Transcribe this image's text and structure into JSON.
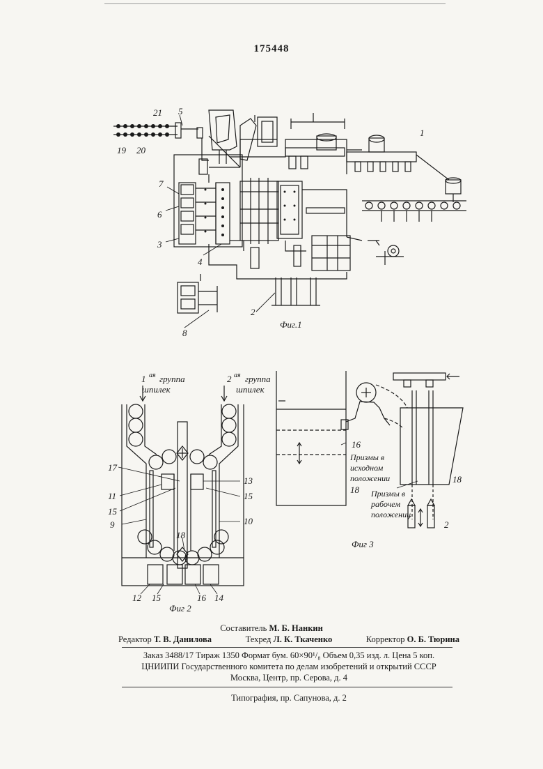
{
  "patent_number": "175448",
  "fig1": {
    "caption": "Фиг.1",
    "labels": {
      "l21": "21",
      "l5": "5",
      "l19": "19",
      "l20": "20",
      "l7": "7",
      "l6": "6",
      "l3": "3",
      "l4": "4",
      "l8": "8",
      "l2": "2",
      "l1": "1"
    }
  },
  "fig2": {
    "caption": "Фиг 2",
    "group1": "1-ая группа шпилек",
    "group1_a": "1",
    "group1_b": "ая",
    "group1_c": "группа",
    "group1_d": "шпилек",
    "group2_a": "2",
    "group2_b": "ая",
    "group2_c": "группа",
    "group2_d": "шпилек",
    "labels": {
      "l17": "17",
      "l11": "11",
      "l15a": "15",
      "l9": "9",
      "l13": "13",
      "l15b": "15",
      "l10": "10",
      "l18": "18",
      "l12": "12",
      "l15c": "15",
      "l16": "16",
      "l14": "14"
    }
  },
  "fig3": {
    "caption": "Фиг 3",
    "labels": {
      "l16": "16",
      "l18a": "18",
      "l18b": "18",
      "l2": "2"
    },
    "note_initial_1": "Призмы в",
    "note_initial_2": "исходном",
    "note_initial_3": "положении",
    "note_working_1": "Призмы в",
    "note_working_2": "рабочем",
    "note_working_3": "положении"
  },
  "footer": {
    "compiler_label": "Составитель",
    "compiler_name": "М. Б. Нанкин",
    "editor_label": "Редактор",
    "editor_name": "Т. В. Данилова",
    "techred_label": "Техред",
    "techred_name": "Л. К. Ткаченко",
    "corrector_label": "Корректор",
    "corrector_name": "О. Б. Тюрина",
    "order_line": "Заказ 3488/17   Тираж 1350   Формат бум. 60×90¹/₈   Объем 0,35 изд. л.   Цена 5 коп.",
    "org_line": "ЦНИИПИ Государственного комитета по делам изобретений и открытий СССР",
    "address_line": "Москва, Центр, пр. Серова, д. 4",
    "typography_line": "Типография, пр. Сапунова, д. 2"
  }
}
